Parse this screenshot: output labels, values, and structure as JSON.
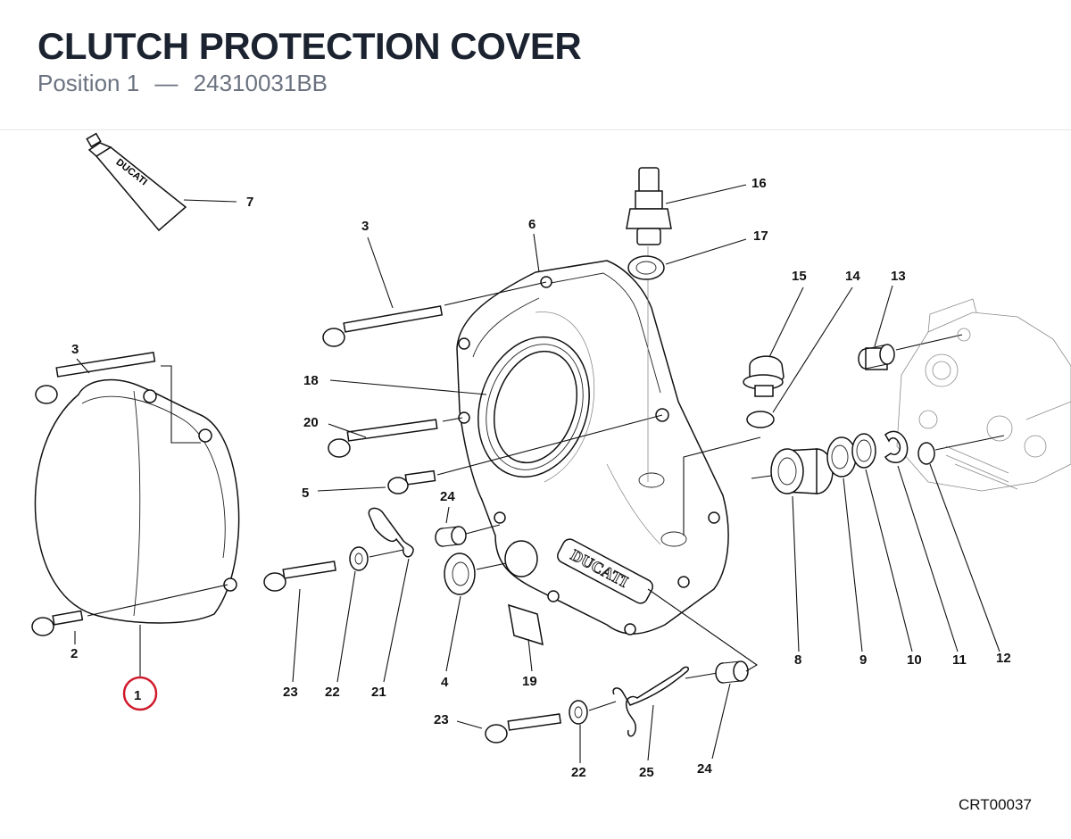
{
  "header": {
    "title": "CLUTCH PROTECTION COVER",
    "position_label": "Position 1",
    "separator": "—",
    "part_number": "24310031BB"
  },
  "diagram": {
    "brand_text": "DUCATI",
    "drawing_code": "CRT00037",
    "highlight_color": "#d0192b",
    "highlighted_callout": "1",
    "callouts": {
      "c1": "1",
      "c2": "2",
      "c3a": "3",
      "c3b": "3",
      "c4": "4",
      "c5": "5",
      "c6": "6",
      "c7": "7",
      "c8": "8",
      "c9": "9",
      "c10": "10",
      "c11": "11",
      "c12": "12",
      "c13": "13",
      "c14": "14",
      "c15": "15",
      "c16": "16",
      "c17": "17",
      "c18": "18",
      "c19": "19",
      "c20": "20",
      "c21": "21",
      "c22a": "22",
      "c22b": "22",
      "c23a": "23",
      "c23b": "23",
      "c24a": "24",
      "c24b": "24",
      "c25": "25"
    }
  }
}
